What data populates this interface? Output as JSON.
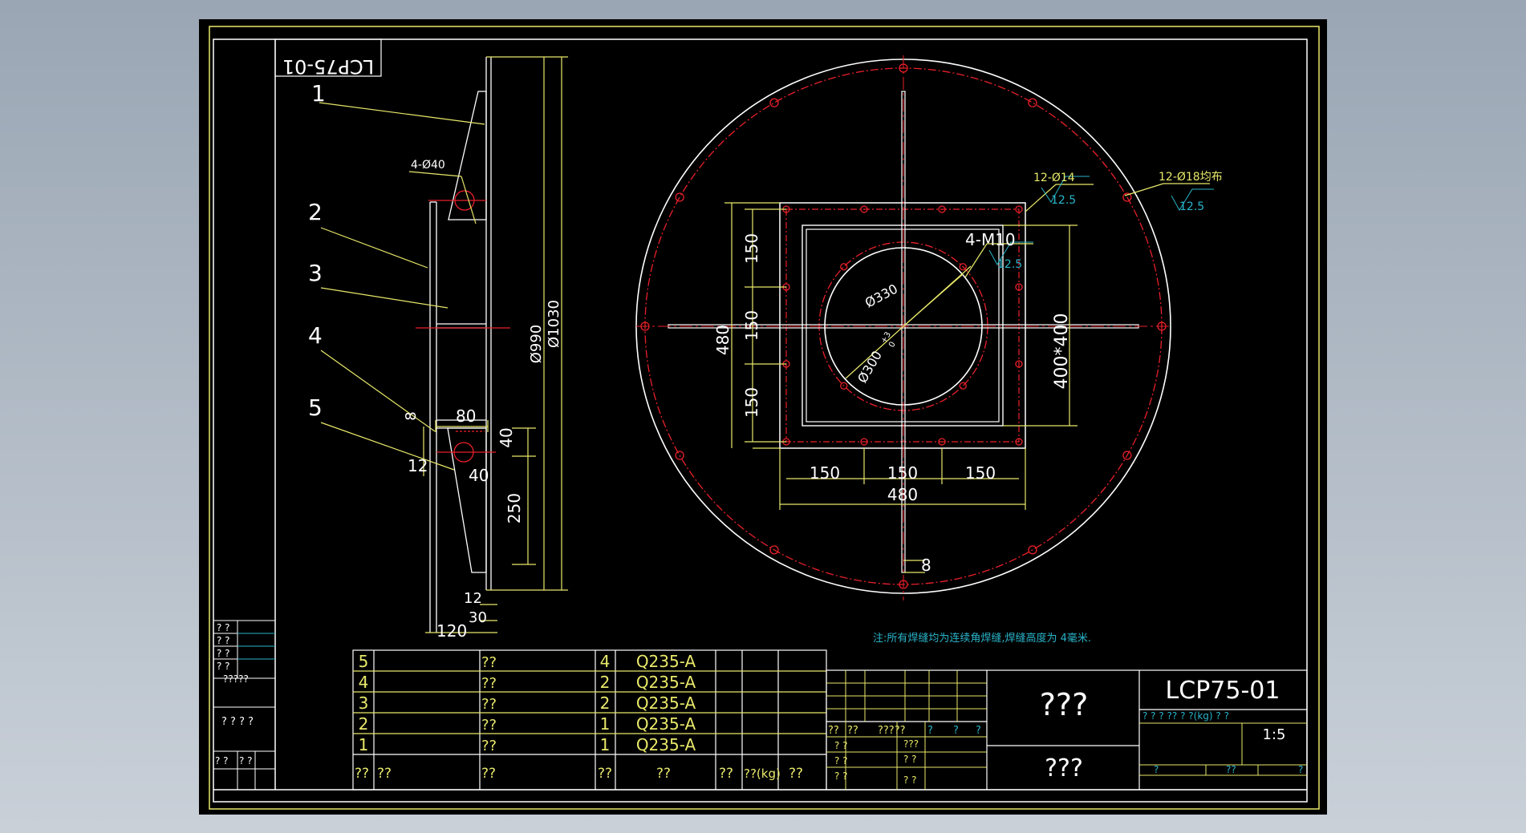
{
  "colors": {
    "background": "#000000",
    "border": "#ffffff",
    "dimension": "#e8e86a",
    "centerline": "#e8202a",
    "note": "#29b3c9"
  },
  "drawing_number_mirrored": "LCP75-01",
  "drawing_number": "LCP75-01",
  "side_view": {
    "part_callouts": [
      "1",
      "2",
      "3",
      "4",
      "5"
    ],
    "hole_callout": "4-Ø40",
    "dims": {
      "d990": "Ø990",
      "d1030": "Ø1030",
      "w80": "80",
      "h8": "8",
      "h40": "40",
      "h12": "12",
      "w40": "40",
      "h250": "250",
      "t12": "12",
      "t30": "30",
      "w120": "120"
    }
  },
  "front_view": {
    "bolt_holes_outer": "12-Ø18均布",
    "bolt_holes_square": "12-Ø14",
    "tapped_holes": "4-M10",
    "roughness": "12.5",
    "d330": "Ø330",
    "d300": "Ø300",
    "tol_upper": "+3",
    "tol_lower": "0",
    "square": "400*400",
    "left_dims": [
      "150",
      "150",
      "150"
    ],
    "left_total": "480",
    "bottom_dims": [
      "150",
      "150",
      "150"
    ],
    "bottom_total": "480",
    "t8": "8"
  },
  "note": "注:所有焊缝均为连续角焊缝,焊缝高度为 4毫米.",
  "bom": {
    "rows": [
      {
        "no": "5",
        "name": "??",
        "qty": "4",
        "material": "Q235-A"
      },
      {
        "no": "4",
        "name": "??",
        "qty": "2",
        "material": "Q235-A"
      },
      {
        "no": "3",
        "name": "??",
        "qty": "2",
        "material": "Q235-A"
      },
      {
        "no": "2",
        "name": "??",
        "qty": "1",
        "material": "Q235-A"
      },
      {
        "no": "1",
        "name": "??",
        "qty": "1",
        "material": "Q235-A"
      }
    ],
    "header": {
      "no": "??",
      "code": "??",
      "name": "??",
      "qty": "??",
      "material": "??",
      "unit_weight": "??",
      "weight": "??(kg)",
      "remark": "??"
    }
  },
  "title_block": {
    "title": "???",
    "company": "???",
    "row_labels": [
      "??",
      "??",
      "?????",
      "?",
      "?",
      "?"
    ],
    "sub_labels": [
      "? ?",
      "? ?",
      "? ?"
    ],
    "sub_vals": [
      "???",
      "? ?",
      "? ?"
    ],
    "info_header": "? ? ? ?? ? ?(kg) ? ?",
    "scale": "1:5",
    "sheet_left": "?",
    "sheet_mid": "??",
    "sheet_right": "?"
  },
  "left_strip": {
    "labels": [
      "? ?",
      "? ?",
      "? ?",
      "? ?",
      "?????",
      "? ? ? ?",
      "? ?",
      "? ?"
    ]
  }
}
